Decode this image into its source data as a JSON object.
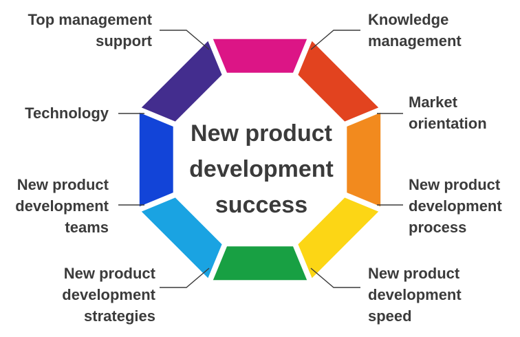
{
  "center": {
    "title": "New product\ndevelopment\nsuccess"
  },
  "segments": [
    {
      "id": "knowledge-management",
      "label": "Knowledge\nmanagement",
      "color": "#e2431f"
    },
    {
      "id": "market-orientation",
      "label": "Market\norientation",
      "color": "#f28a1e"
    },
    {
      "id": "npd-process",
      "label": "New product\ndevelopment\nprocess",
      "color": "#fcd615"
    },
    {
      "id": "npd-speed",
      "label": "New product\ndevelopment\nspeed",
      "color": "#18a043"
    },
    {
      "id": "npd-strategies",
      "label": "New product\ndevelopment\nstrategies",
      "color": "#1aa3e2"
    },
    {
      "id": "npd-teams",
      "label": "New product\ndevelopment\nteams",
      "color": "#1244d8"
    },
    {
      "id": "technology",
      "label": "Technology",
      "color": "#432d8e"
    },
    {
      "id": "top-management-support",
      "label": "Top management\nsupport",
      "color": "#dc1586"
    }
  ],
  "colors": {
    "connector_line": "#3a3a3a",
    "text": "#3b3b3b"
  }
}
